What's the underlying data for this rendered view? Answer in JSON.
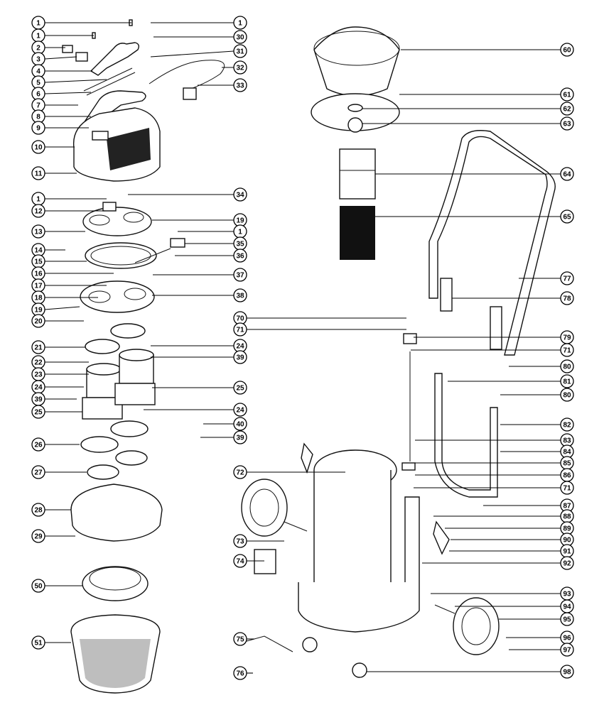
{
  "diagram": {
    "callouts_left": [
      "1",
      "1",
      "2",
      "3",
      "4",
      "5",
      "6",
      "7",
      "8",
      "9",
      "10",
      "11",
      "1",
      "12",
      "13",
      "14",
      "15",
      "16",
      "17",
      "18",
      "19",
      "20",
      "21",
      "22",
      "23",
      "24",
      "39",
      "25",
      "26",
      "27",
      "28",
      "29",
      "50",
      "51"
    ],
    "callouts_mid": [
      "1",
      "30",
      "31",
      "32",
      "33",
      "34",
      "19",
      "1",
      "35",
      "36",
      "37",
      "38",
      "24",
      "39",
      "25",
      "24",
      "40",
      "39",
      "70",
      "71",
      "72",
      "73",
      "74",
      "75",
      "76"
    ],
    "callouts_right": [
      "60",
      "61",
      "62",
      "63",
      "64",
      "65",
      "77",
      "78",
      "79",
      "71",
      "80",
      "81",
      "80",
      "82",
      "83",
      "84",
      "85",
      "86",
      "71",
      "87",
      "88",
      "89",
      "90",
      "91",
      "92",
      "93",
      "94",
      "95",
      "96",
      "97",
      "98"
    ]
  }
}
